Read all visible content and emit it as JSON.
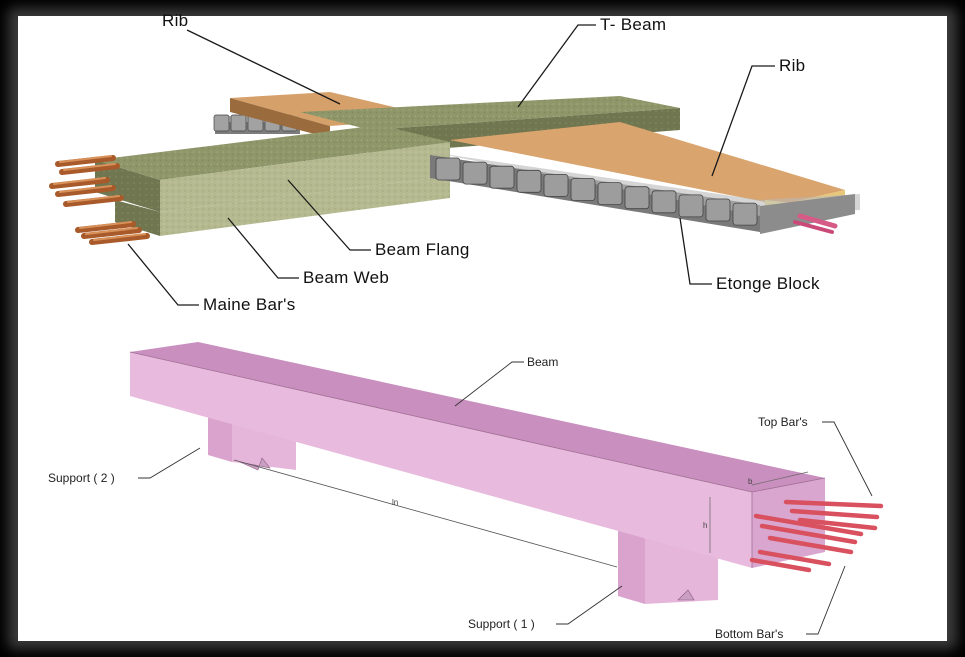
{
  "tbeam_diagram": {
    "labels": {
      "rib_left": "Rib",
      "tbeam": "T- Beam",
      "rib_right": "Rib",
      "beam_flang": "Beam Flang",
      "beam_web": "Beam Web",
      "main_bars": "Maine Bar's",
      "etonge_block": "Etonge Block"
    }
  },
  "beam_diagram": {
    "labels": {
      "beam": "Beam",
      "top_bars": "Top Bar's",
      "support_2": "Support ( 2 )",
      "support_1": "Support ( 1 )",
      "bottom_bars": "Bottom Bar's",
      "span": "ln",
      "height": "h",
      "width": "b"
    }
  },
  "colors": {
    "frame": "#000000",
    "panel": "#ffffff",
    "rib_wood": "#c98a4e",
    "tbeam_concrete": "#8c9464",
    "rebar_copper": "#b5652f",
    "block_gray": "#9a9a9a",
    "beam_pink": "#e7b8dc",
    "bar_red": "#e0606e"
  }
}
